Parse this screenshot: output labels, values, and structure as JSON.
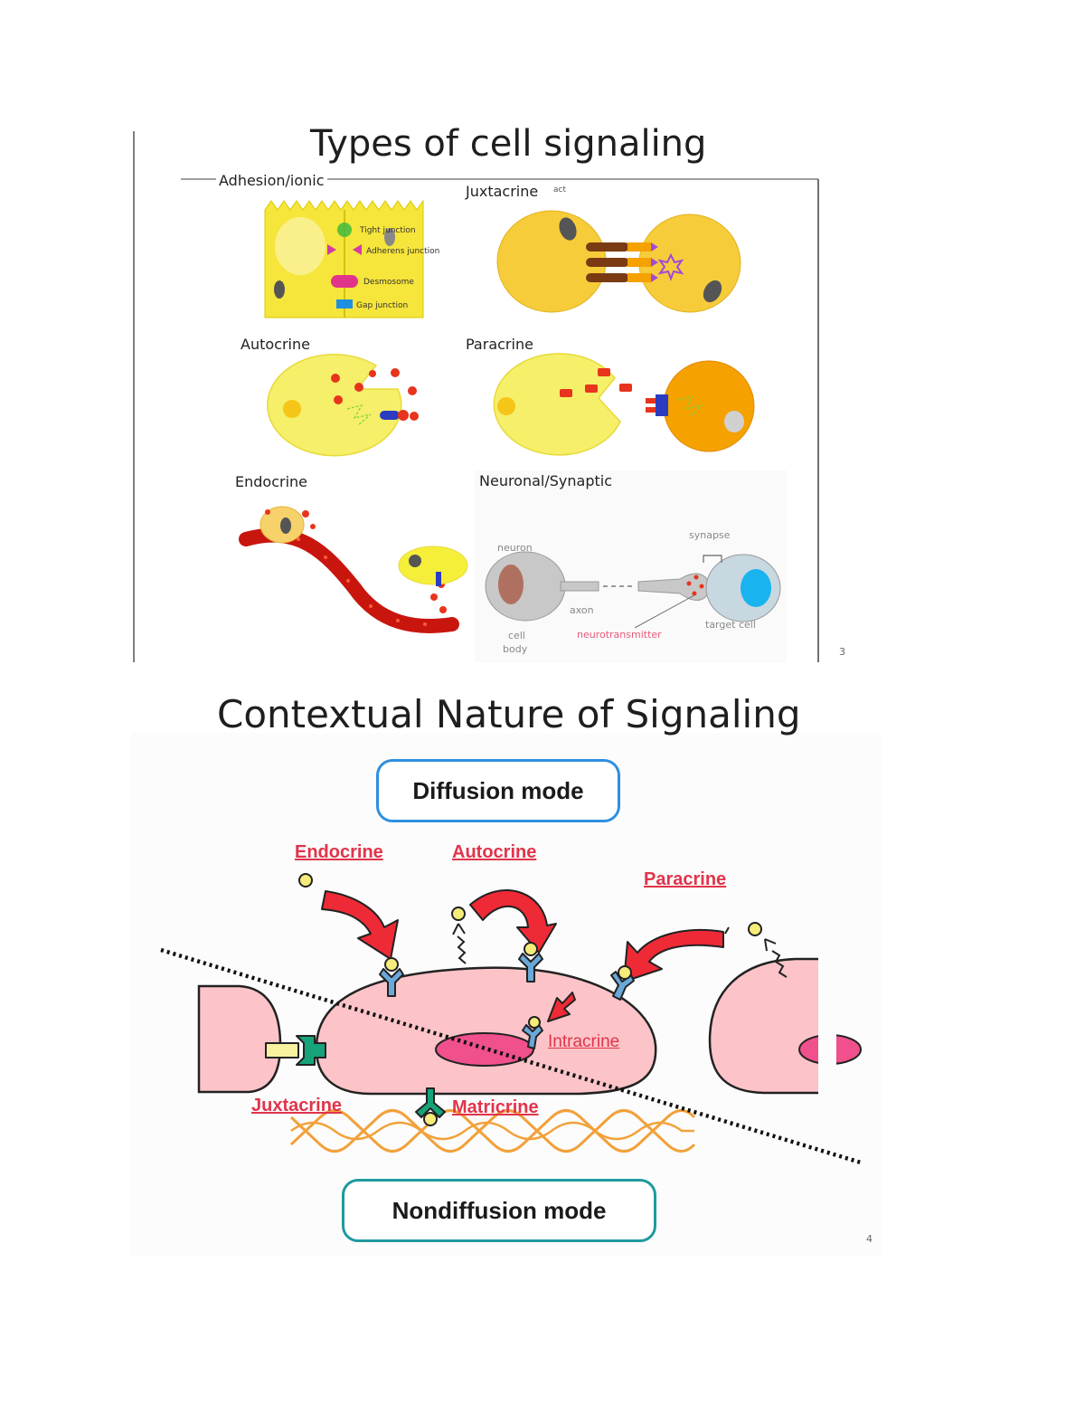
{
  "slide1": {
    "title": "Types of cell signaling",
    "page_number": "3",
    "panels": {
      "adhesion": {
        "label": "Adhesion/ionic",
        "junctions": [
          "Tight junction",
          "Adherens junction",
          "Desmosome",
          "Gap junction"
        ]
      },
      "juxtacrine": {
        "label": "Juxtacrine",
        "label_suffix": "act"
      },
      "autocrine": {
        "label": "Autocrine"
      },
      "paracrine": {
        "label": "Paracrine"
      },
      "endocrine": {
        "label": "Endocrine"
      },
      "neuronal": {
        "label": "Neuronal/Synaptic",
        "annotations": {
          "neuron": "neuron",
          "synapse": "synapse",
          "axon": "axon",
          "cell_body": [
            "cell",
            "body"
          ],
          "neurotransmitter": "neurotransmitter",
          "target_cell": "target cell"
        }
      }
    },
    "colors": {
      "cell_yellow": "#f6e53a",
      "cell_light_yellow": "#f5ef6a",
      "target_orange": "#f5a100",
      "ligand_red": "#e8341c",
      "receptor_blue": "#2a3cc0",
      "neuron_grey": "#c8c8c8",
      "nucleus_blue": "#19b4f0"
    }
  },
  "slide2": {
    "title": "Contextual Nature of Signaling",
    "page_number": "4",
    "modes": {
      "diffusion": "Diffusion mode",
      "nondiffusion": "Nondiffusion mode"
    },
    "labels": {
      "endocrine": "Endocrine",
      "autocrine": "Autocrine",
      "paracrine": "Paracrine",
      "intracrine": "Intracrine",
      "juxtacrine": "Juxtacrine",
      "matricrine": "Matricrine"
    },
    "colors": {
      "cell_pink": "#fcc4c8",
      "nucleus_magenta": "#f0508c",
      "arrow_red": "#ee2a36",
      "receptor_blue": "#6aa8d8",
      "receptor_green": "#16a37a",
      "ligand_yellow": "#f6ec7a",
      "matrix_orange": "#f2a13a",
      "label_red": "#e0344a"
    }
  }
}
